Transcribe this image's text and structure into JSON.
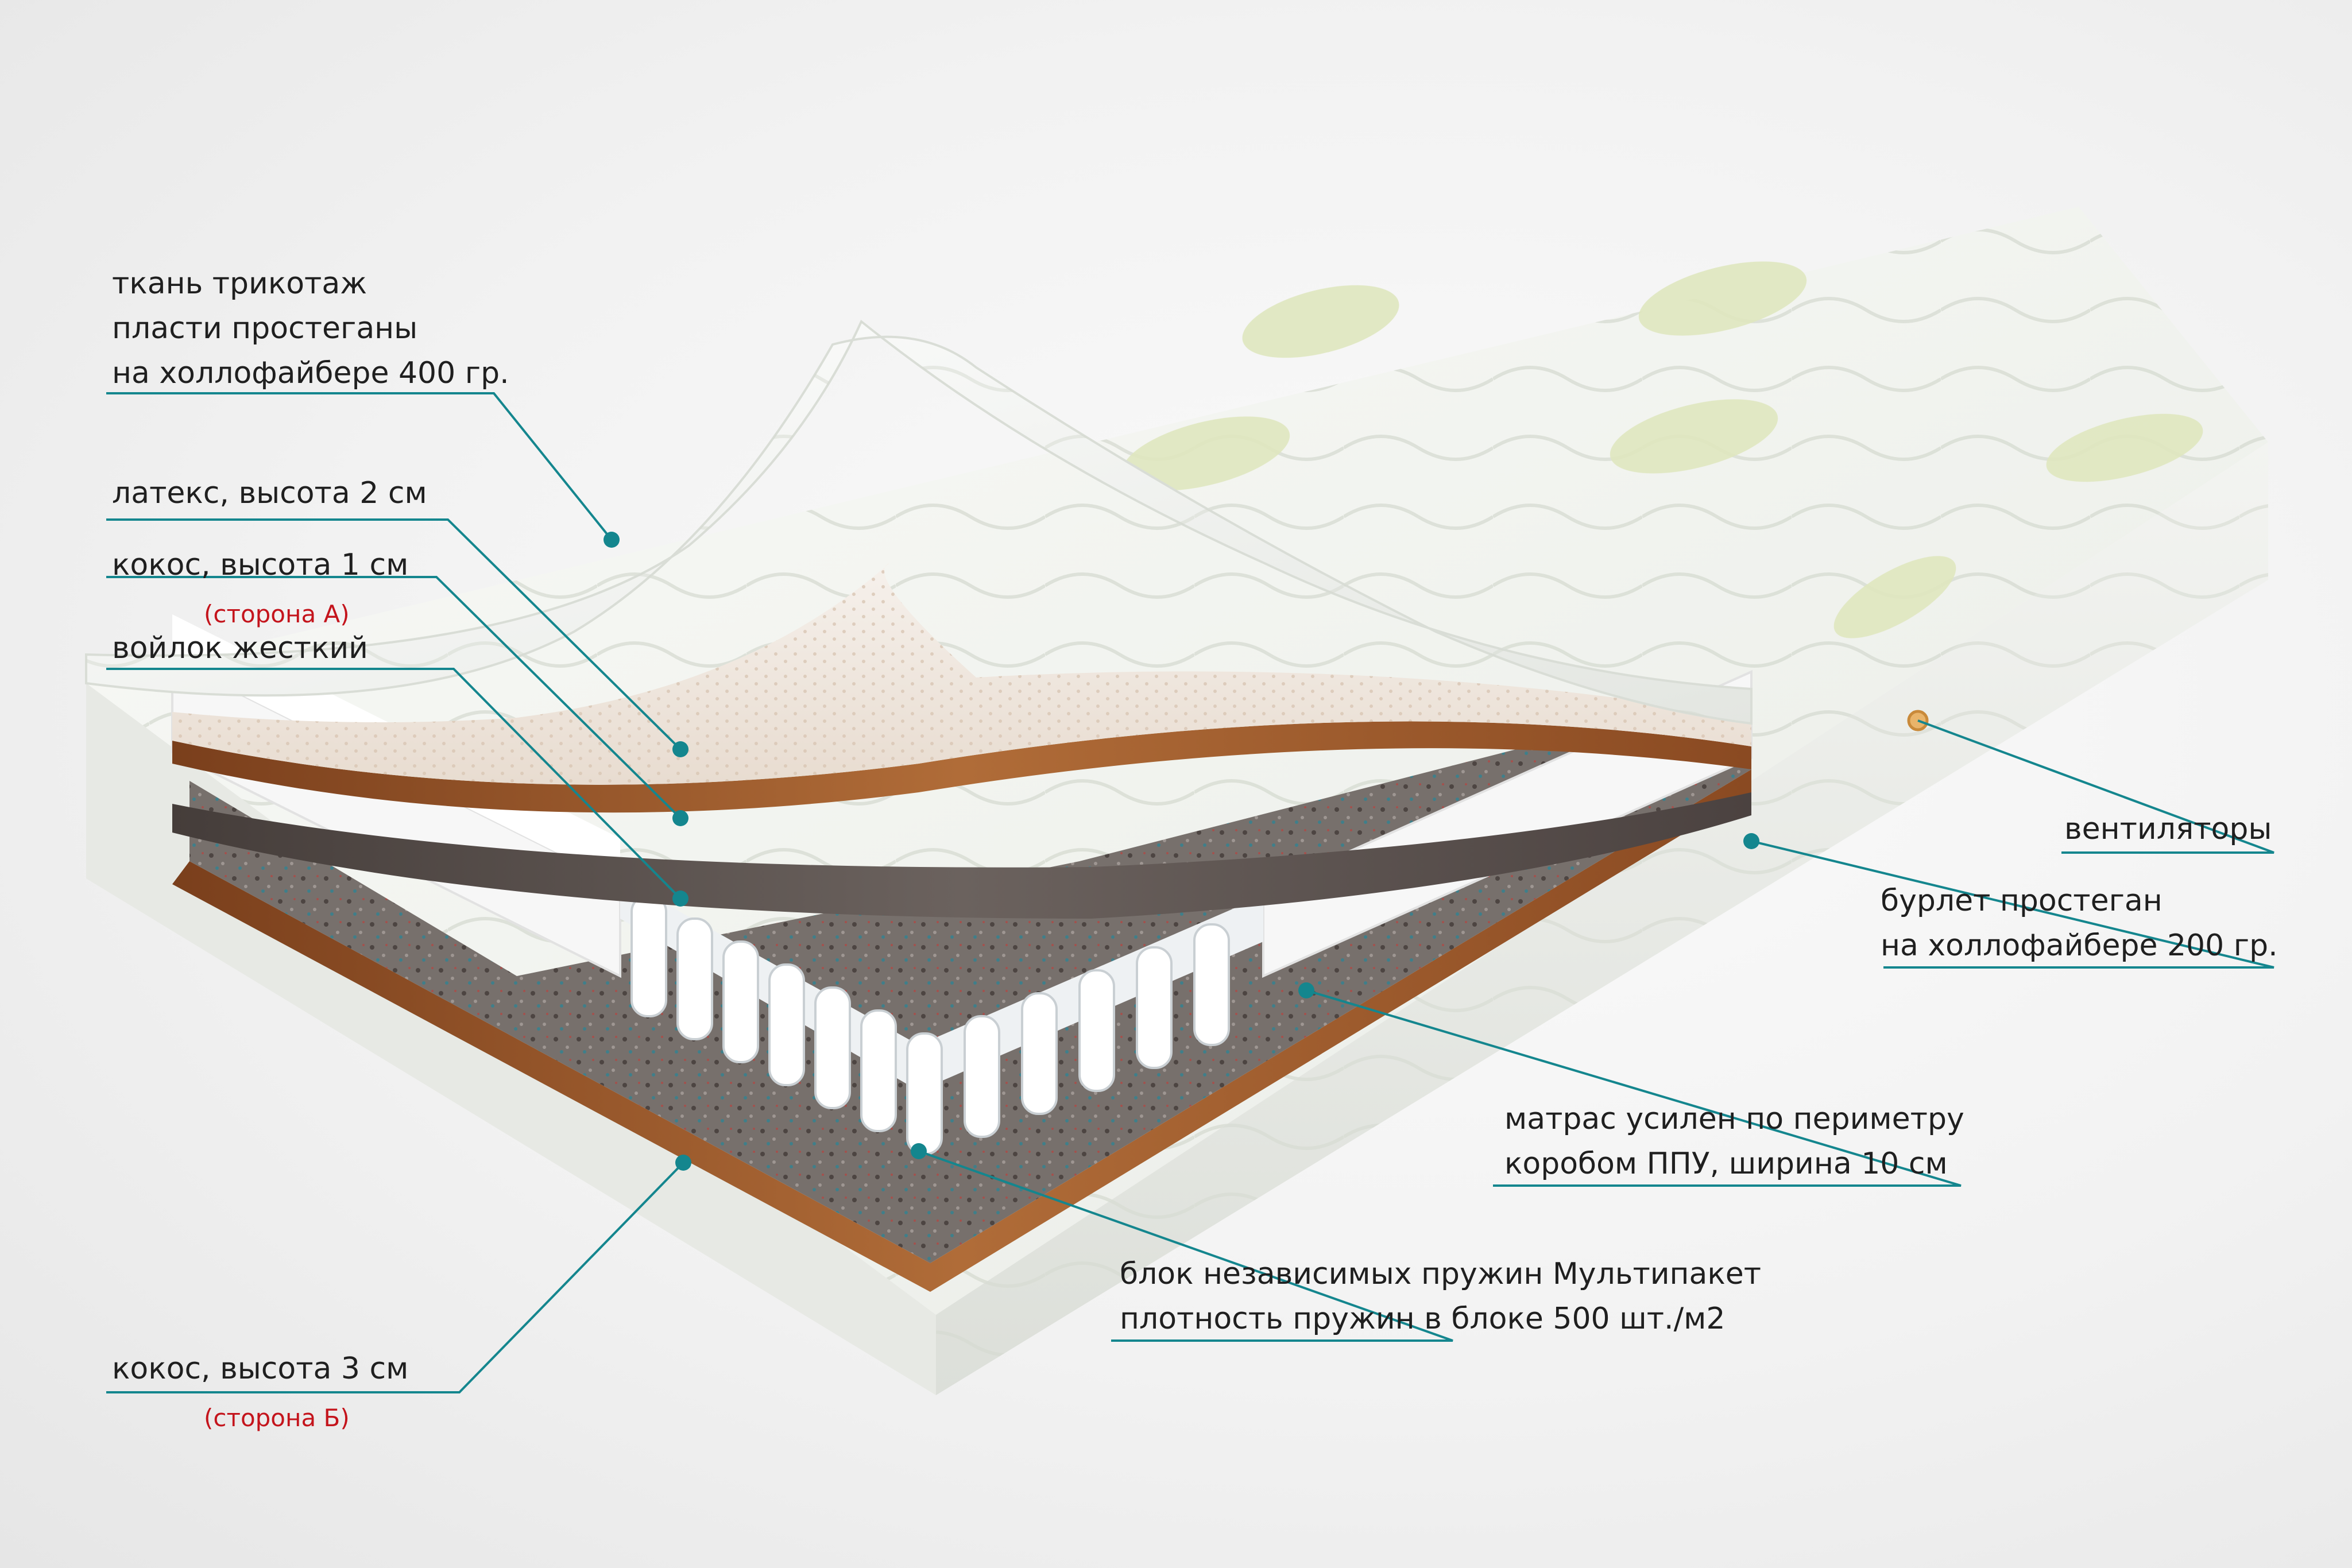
{
  "labels": {
    "fabric": [
      "ткань трикотаж",
      "пласти простеганы",
      "на холлофайбере 400 гр."
    ],
    "latex": "латекс, высота 2 см",
    "coconut_top": "кокос, высота 1 см",
    "side_a": "(сторона А)",
    "felt": "войлок жесткий",
    "vents": "вентиляторы",
    "border": [
      "бурлет простеган",
      "на холлофайбере 200 гр."
    ],
    "foam_frame": [
      "матрас усилен по периметру",
      "коробом ППУ, ширина 10 см"
    ],
    "springs": [
      "блок независимых пружин Мультипакет",
      "плотность пружин в блоке 500 шт./м2"
    ],
    "coconut_bottom": "кокос, высота 3 см",
    "side_b": "(сторона Б)"
  },
  "colors": {
    "leader": "#14868e",
    "side_note": "#c4141c",
    "text": "#1f1f1f",
    "coconut": "#9c5a2c",
    "felt": "#5a514e",
    "foam": "#f7f7f7",
    "quilt": "#f4f6f2",
    "leaf": "#dfe7bf"
  }
}
